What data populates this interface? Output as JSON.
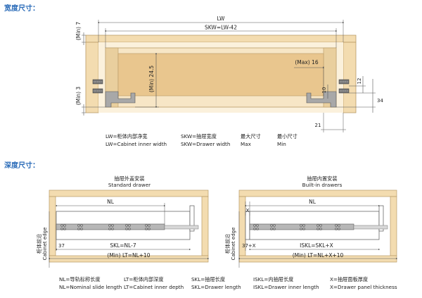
{
  "width_section": {
    "title": "宽度尺寸：",
    "dims": {
      "lw": "LW",
      "skw": "SKW=LW-42",
      "min7": "(Min) 7",
      "min3": "(Min) 3",
      "min245": "(Min) 24.5",
      "max16": "(Max) 16",
      "d10": "10",
      "d12": "12",
      "d34": "34",
      "d21": "21"
    },
    "legend": [
      {
        "zh": "LW=柜体内部净宽",
        "en": "LW=Cabinet inner width"
      },
      {
        "zh": "SKW=抽屉宽度",
        "en": "SKW=Drawer width"
      },
      {
        "zh": "最大尺寸",
        "en": "Max"
      },
      {
        "zh": "最小尺寸",
        "en": "Min"
      }
    ]
  },
  "depth_section": {
    "title": "深度尺寸：",
    "standard": {
      "title_zh": "抽屉外盖安装",
      "title_en": "Standard drawer",
      "nl": "NL",
      "d37": "37",
      "skl": "SKL=NL-7",
      "lt": "(Min) LT=NL+10",
      "edge_zh": "柜体前沿",
      "edge_en": "Cabinet edge"
    },
    "builtin": {
      "title_zh": "抽屉内置安装",
      "title_en": "Built-in drawers",
      "nl": "NL",
      "x": "X",
      "d37x": "37+X",
      "iskl": "ISKL=SKL+X",
      "lt": "(Min) LT=NL+X+10",
      "edge_zh": "柜体前沿",
      "edge_en": "Cabinet edge"
    },
    "legend": [
      {
        "zh": "NL=导轨标称长度",
        "en": "NL=Nominal slide length"
      },
      {
        "zh": "LT=柜体内部深度",
        "en": "LT=Cabinet inner depth"
      },
      {
        "zh": "SKL=抽屉长度",
        "en": "SKL=Drawer length"
      },
      {
        "zh": "ISKL=内抽屉长度",
        "en": "ISKL=Drawer inner length"
      },
      {
        "zh": "X=抽屉面板厚度",
        "en": "X=Drawer panel thickness"
      }
    ]
  },
  "colors": {
    "wood": "#f3dcb0",
    "wood_dark": "#d9bf8c",
    "drawer": "#e9c68e",
    "line": "#555555",
    "title_blue": "#2a6bb8",
    "rail": "#9a9a9a"
  }
}
